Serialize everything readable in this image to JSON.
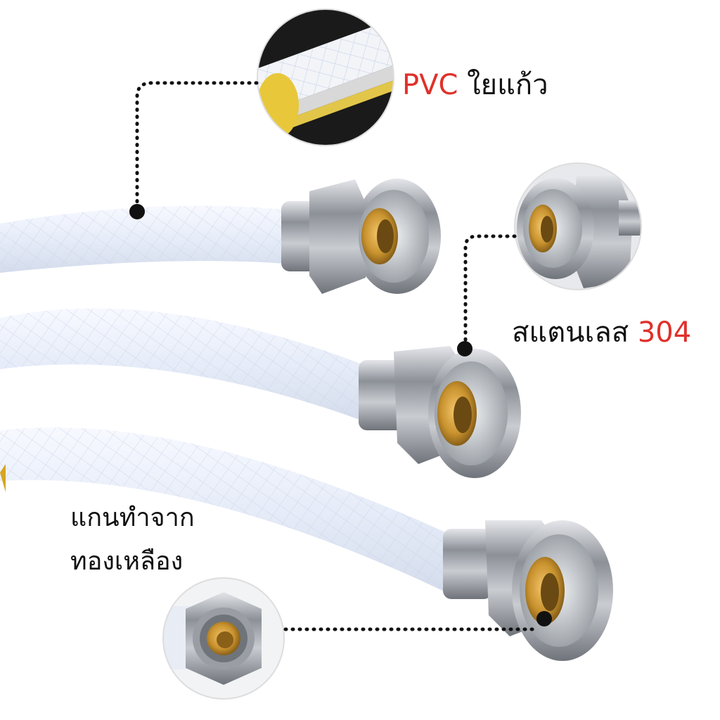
{
  "callouts": {
    "pvc": {
      "accent": "PVC",
      "text": "ใยแก้ว"
    },
    "stainless": {
      "text": "สแตนเลส",
      "accent": "304"
    },
    "brass": {
      "line1": "แกนทำจาก",
      "line2": "ทองเหลือง"
    }
  },
  "colors": {
    "accent": "#e0302a",
    "text": "#111111",
    "hose": "#e9effa",
    "chrome": "#a9adb3",
    "brass": "#c8922e",
    "leader_dots": "#111111"
  }
}
